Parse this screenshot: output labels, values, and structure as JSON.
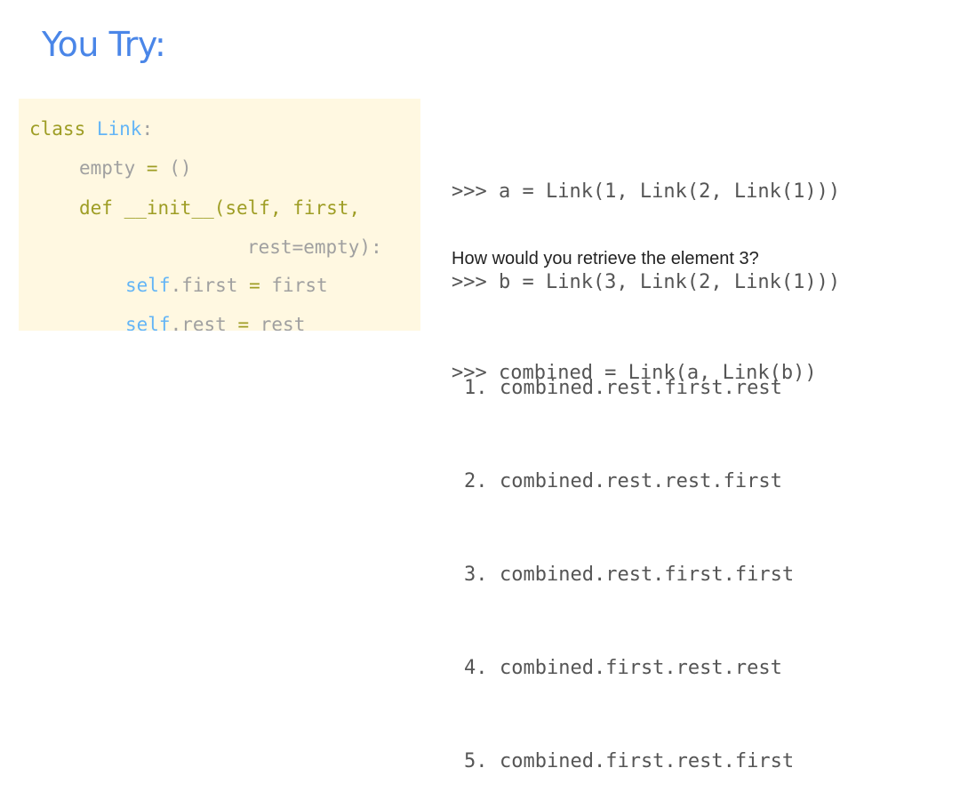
{
  "title": "You Try:",
  "code": {
    "kw_class": "class",
    "class_name": "Link",
    "colon": ":",
    "empty_name": "empty",
    "eq": "=",
    "empty_val": "()",
    "kw_def": "def",
    "init_sig": "__init__(self, first,",
    "rest_param": "rest=empty):",
    "self_kw": "self",
    "first_attr": ".first",
    "first_val": "first",
    "rest_attr": ".rest",
    "rest_val": "rest"
  },
  "repl_lines": [
    ">>> a = Link(1, Link(2, Link(1)))",
    ">>> b = Link(3, Link(2, Link(1)))",
    ">>> combined = Link(a, Link(b))"
  ],
  "question": "How would you retrieve the element 3?",
  "options": [
    {
      "num": "1.",
      "text": "combined.rest.first.rest"
    },
    {
      "num": "2.",
      "text": "combined.rest.rest.first"
    },
    {
      "num": "3.",
      "text": "combined.rest.first.first"
    },
    {
      "num": "4.",
      "text": "combined.first.rest.rest"
    },
    {
      "num": "5.",
      "text": "combined.first.rest.first"
    }
  ],
  "colors": {
    "title": "#4a86e8",
    "code_background": "#fff8e1",
    "keyword": "#9e9d24",
    "class_name": "#64b5f6"
  }
}
